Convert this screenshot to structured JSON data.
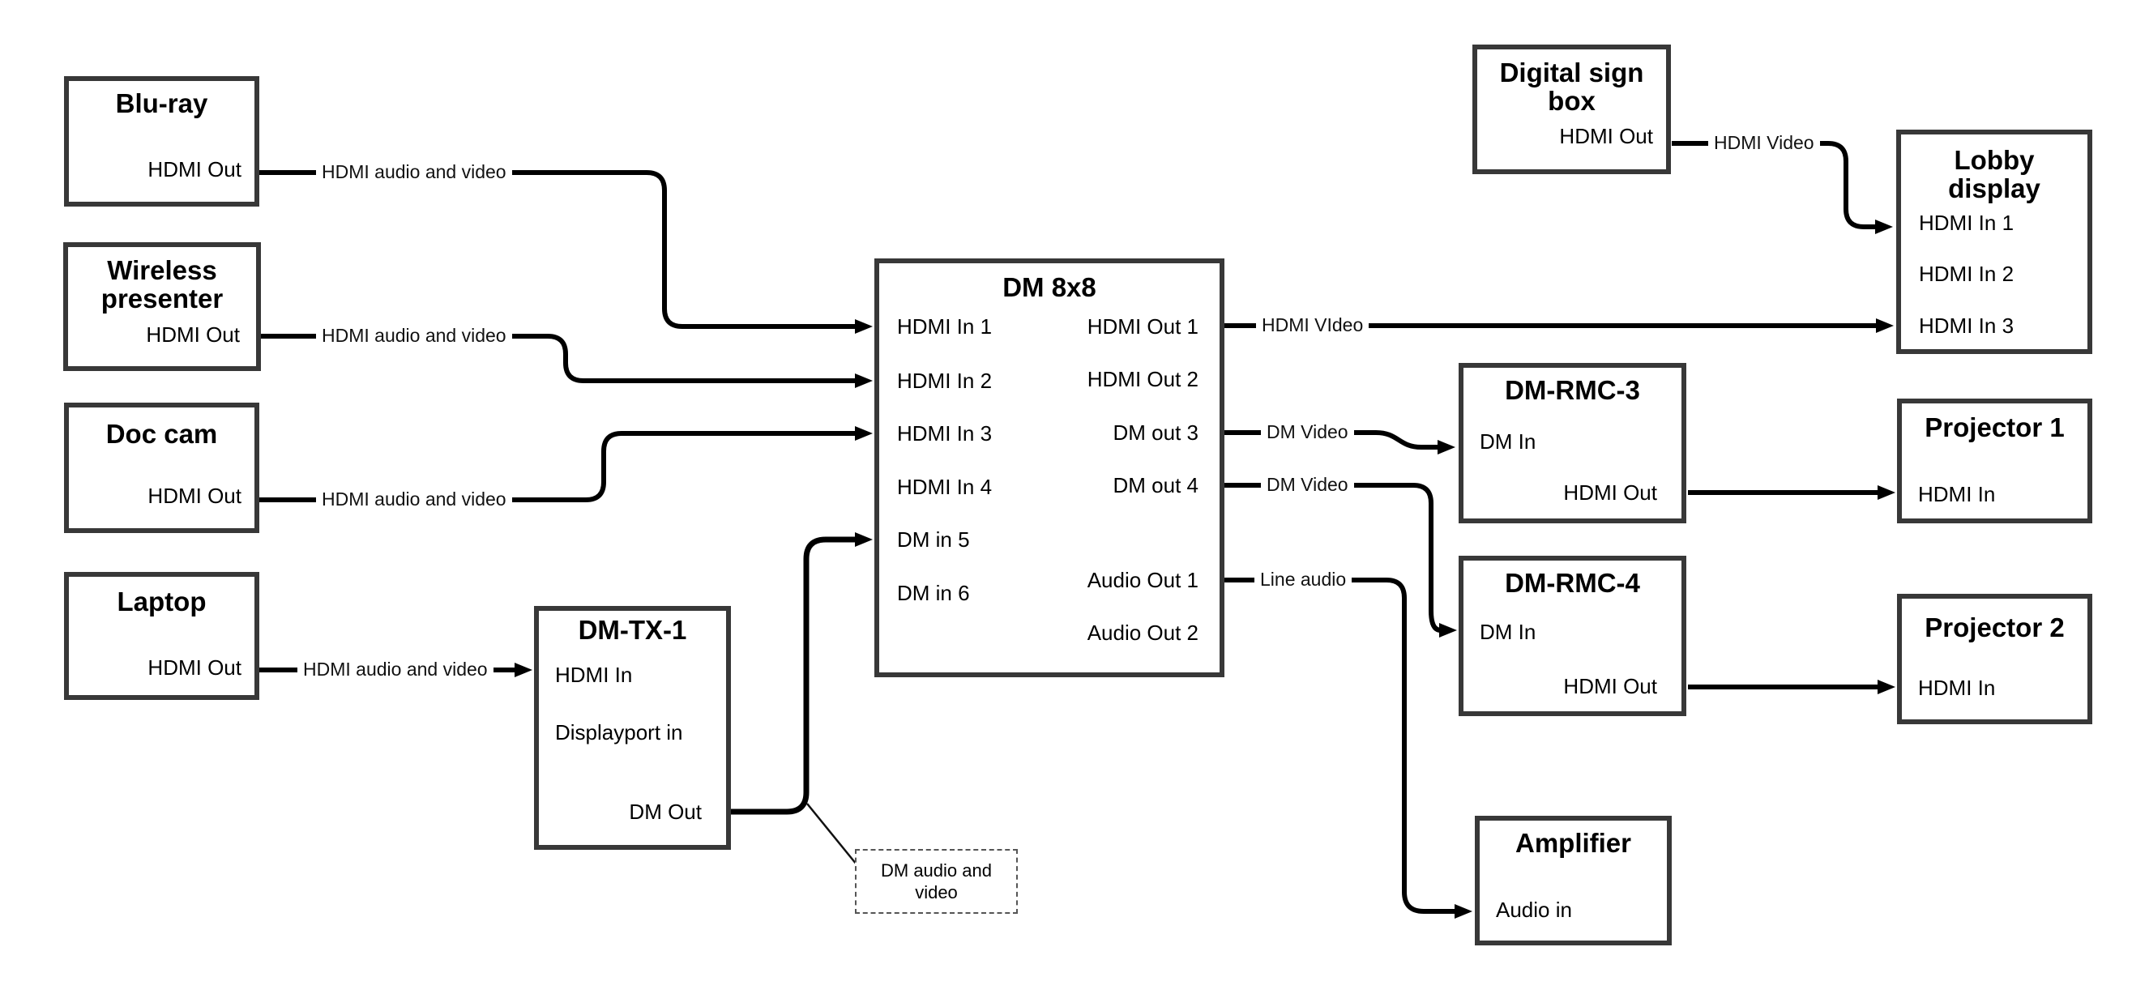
{
  "colors": {
    "background": "#ffffff",
    "box_border": "#383838",
    "cable": "#000000",
    "text": "#000000"
  },
  "boxes": {
    "bluray": {
      "title": "Blu-ray",
      "ports": {
        "hdmi_out": "HDMI Out"
      }
    },
    "wireless_presenter": {
      "title_line1": "Wireless",
      "title_line2": "presenter",
      "ports": {
        "hdmi_out": "HDMI Out"
      }
    },
    "doc_cam": {
      "title": "Doc cam",
      "ports": {
        "hdmi_out": "HDMI Out"
      }
    },
    "laptop": {
      "title": "Laptop",
      "ports": {
        "hdmi_out": "HDMI Out"
      }
    },
    "dm_tx_1": {
      "title": "DM-TX-1",
      "ports": {
        "hdmi_in": "HDMI In",
        "displayport_in": "Displayport in",
        "dm_out": "DM Out"
      }
    },
    "dm_8x8": {
      "title": "DM 8x8",
      "inputs": [
        "HDMI In 1",
        "HDMI In 2",
        "HDMI In 3",
        "HDMI In 4",
        "DM in 5",
        "DM in 6"
      ],
      "outputs": [
        "HDMI Out 1",
        "HDMI Out 2",
        "DM out 3",
        "DM out 4",
        "Audio Out 1",
        "Audio Out 2"
      ]
    },
    "digital_sign_box": {
      "title_line1": "Digital sign",
      "title_line2": "box",
      "ports": {
        "hdmi_out": "HDMI Out"
      }
    },
    "lobby_display": {
      "title_line1": "Lobby",
      "title_line2": "display",
      "inputs": [
        "HDMI In 1",
        "HDMI In 2",
        "HDMI In 3"
      ]
    },
    "dm_rmc_3": {
      "title": "DM-RMC-3",
      "ports": {
        "dm_in": "DM In",
        "hdmi_out": "HDMI Out"
      }
    },
    "projector_1": {
      "title": "Projector 1",
      "ports": {
        "hdmi_in": "HDMI In"
      }
    },
    "dm_rmc_4": {
      "title": "DM-RMC-4",
      "ports": {
        "dm_in": "DM In",
        "hdmi_out": "HDMI Out"
      }
    },
    "projector_2": {
      "title": "Projector 2",
      "ports": {
        "hdmi_in": "HDMI In"
      }
    },
    "amplifier": {
      "title": "Amplifier",
      "ports": {
        "audio_in": "Audio in"
      }
    }
  },
  "cable_labels": {
    "bluray_av": "HDMI audio and video",
    "wireless_av": "HDMI audio and video",
    "doccam_av": "HDMI audio and video",
    "laptop_av": "HDMI audio and video",
    "hdmi_out1_video": "HDMI VIdeo",
    "dm_out3_video": "DM Video",
    "dm_out4_video": "DM Video",
    "audio_out1_line": "Line audio",
    "sign_hdmi_video": "HDMI Video"
  },
  "note": {
    "line1": "DM audio and",
    "line2": "video"
  }
}
